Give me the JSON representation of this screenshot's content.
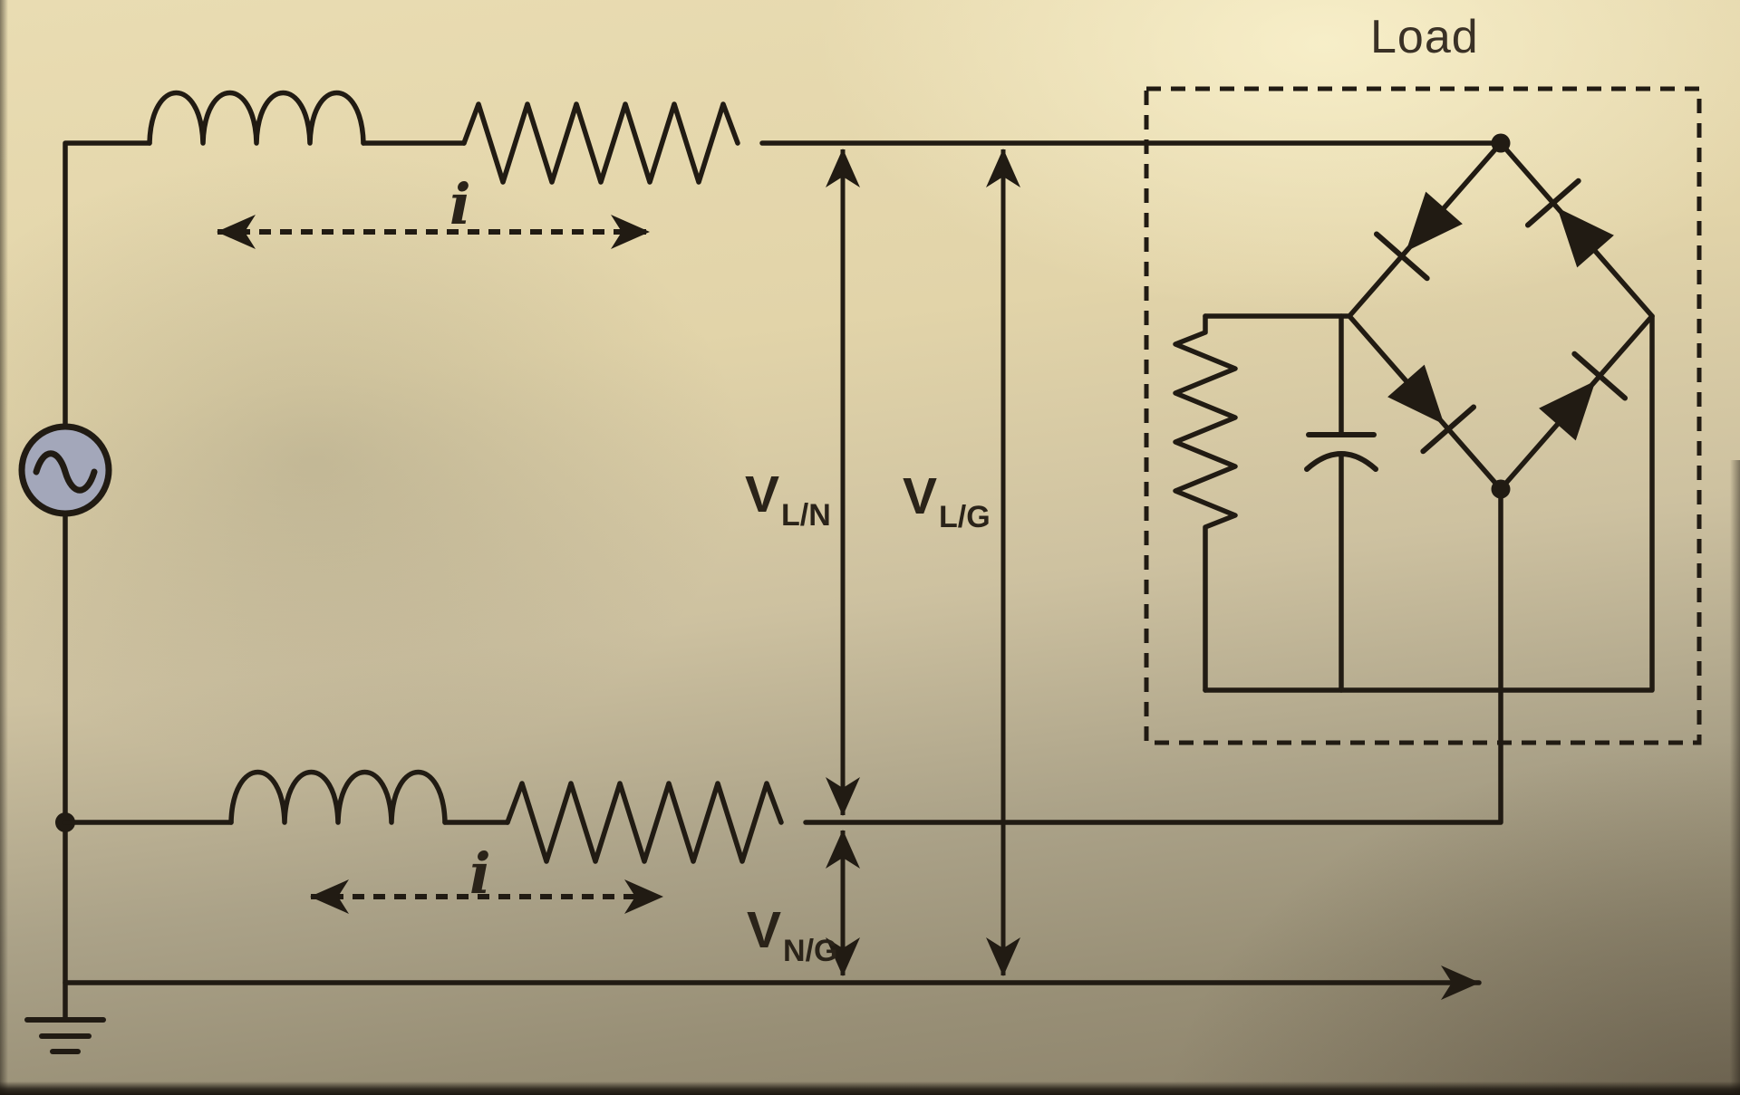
{
  "labels": {
    "load_title": "Load",
    "current_top": "i",
    "current_bottom": "i",
    "v_line_neutral": {
      "base": "V",
      "sub": "L/N"
    },
    "v_line_ground": {
      "base": "V",
      "sub": "L/G"
    },
    "v_neutral_ground": {
      "base": "V",
      "sub": "N/G"
    }
  },
  "components": {
    "ac_source": "sine-wave-source-icon",
    "top_conductor": [
      "inductor-coil",
      "resistor-zigzag"
    ],
    "bottom_conductor": [
      "inductor-coil",
      "resistor-zigzag"
    ],
    "load_box": [
      "load-resistor",
      "load-capacitor",
      "diode-bridge-4-diodes"
    ],
    "ground": "earth-ground-icon",
    "arrows": [
      "v-ln-double-arrow",
      "v-lg-double-arrow",
      "v-ng-double-arrow",
      "current-dashed-arrows",
      "ground-line-arrow"
    ]
  },
  "colors": {
    "ink": "#211b13",
    "label_ink": "#3a3126",
    "source_fill": "#a3a7ba",
    "paper_light": "#e9dcb2",
    "paper_dark": "#8b816a"
  }
}
